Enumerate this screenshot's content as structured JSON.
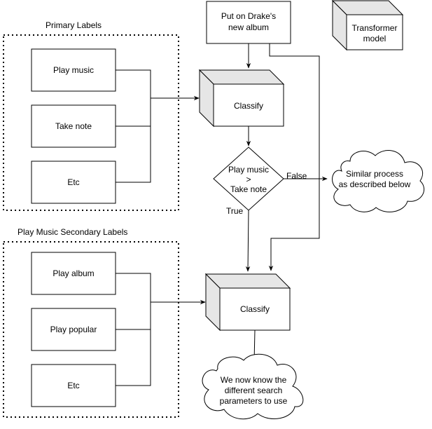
{
  "groups": {
    "primary": {
      "title": "Primary Labels",
      "items": [
        "Play music",
        "Take note",
        "Etc"
      ]
    },
    "secondary": {
      "title": "Play Music Secondary Labels",
      "items": [
        "Play album",
        "Play popular",
        "Etc"
      ]
    }
  },
  "input": {
    "lines": [
      "Put on Drake's",
      "new album"
    ]
  },
  "legend": {
    "lines": [
      "Transformer",
      "model"
    ]
  },
  "classify_top": {
    "label": "Classify"
  },
  "decision": {
    "lines": [
      "Play music",
      ">",
      "Take note"
    ]
  },
  "edges": {
    "false_label": "False",
    "true_label": "True"
  },
  "similar_cloud": {
    "lines": [
      "Similar process",
      "as described below"
    ]
  },
  "classify_bottom": {
    "label": "Classify"
  },
  "result_cloud": {
    "lines": [
      "We now know the",
      "different search",
      "parameters to use"
    ]
  }
}
